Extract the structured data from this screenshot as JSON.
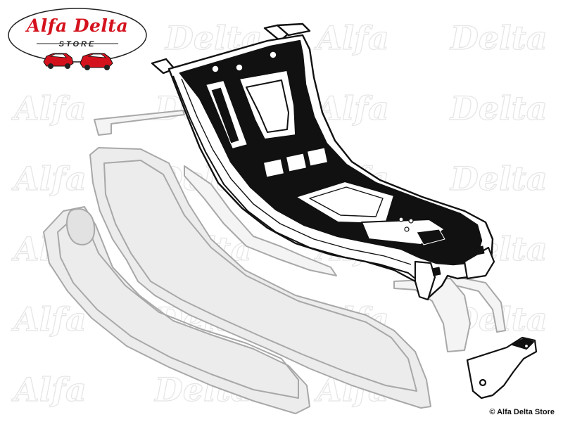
{
  "logo": {
    "title": "Alfa Delta",
    "subtitle": "STORE"
  },
  "watermark": {
    "word1": "Alfa",
    "word2": "Delta"
  },
  "credit": "© Alfa Delta Store",
  "colors": {
    "brand_red": "#d4121d",
    "line_black": "#111111",
    "ghost_gray": "#a8a8a8",
    "watermark_gray": "#e6e6e6"
  }
}
